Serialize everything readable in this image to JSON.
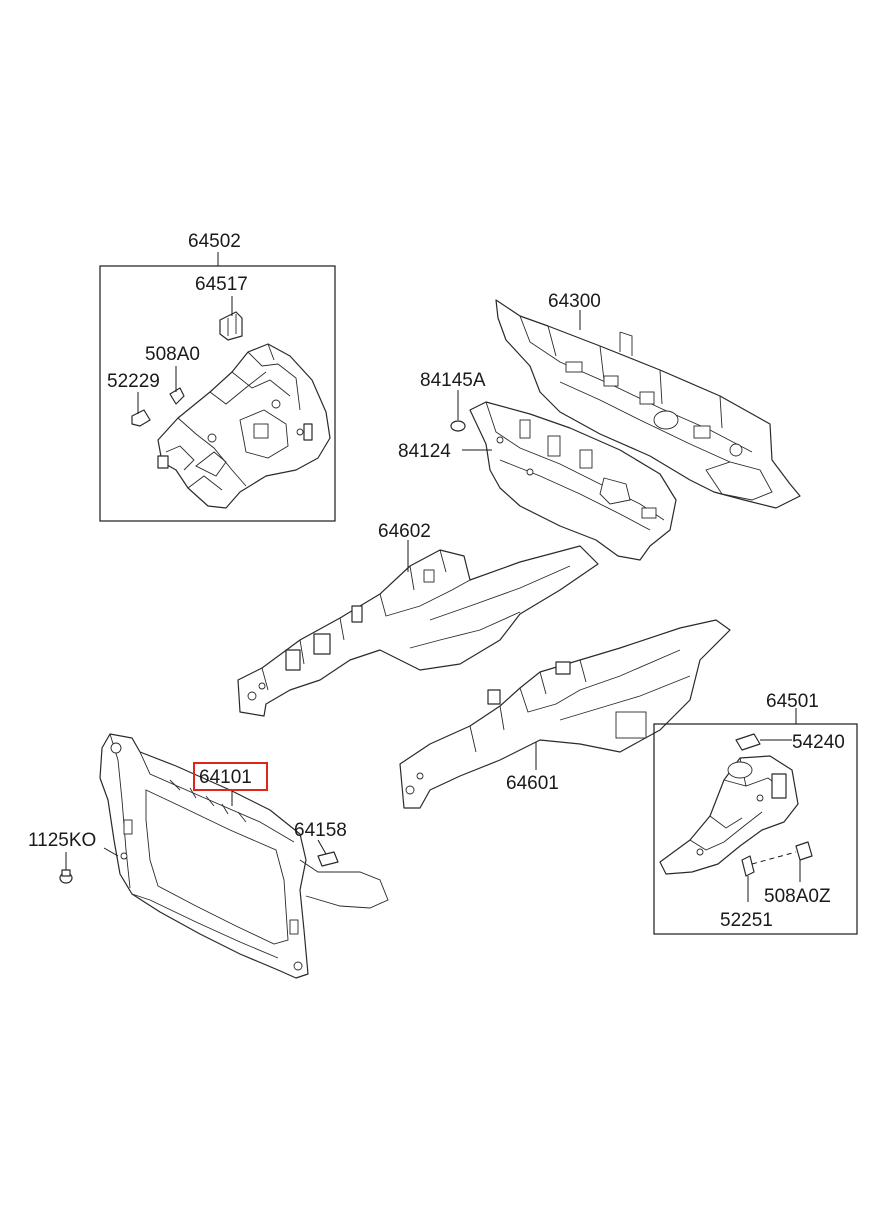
{
  "parts": {
    "p64502": "64502",
    "p64517": "64517",
    "p508A0": "508A0",
    "p52229": "52229",
    "p64300": "64300",
    "p84145A": "84145A",
    "p84124": "84124",
    "p64602": "64602",
    "p64501": "64501",
    "p54240": "54240",
    "p64601": "64601",
    "p64101": "64101",
    "p64158": "64158",
    "p1125KO": "1125KO",
    "p508A0Z": "508A0Z",
    "p52251": "52251"
  },
  "highlight_color": "#e0261b"
}
